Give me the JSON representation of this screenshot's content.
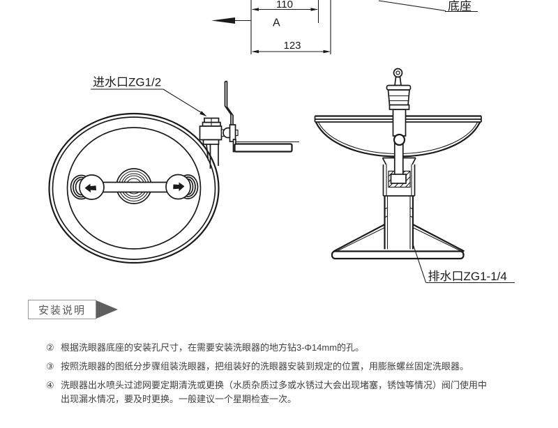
{
  "drawing": {
    "top_detail": {
      "dim_inner": "110",
      "section_label": "A",
      "dim_outer": "123",
      "base_label": "底座"
    },
    "top_view": {
      "inlet_label": "进水口ZG1/2"
    },
    "side_view": {
      "drain_label": "排水口ZG1-1/4"
    }
  },
  "instructions": {
    "header": "安装说明",
    "items": [
      {
        "num": "②",
        "text": "根据洗眼器底座的安装孔尺寸，在需要安装洗眼器的地方钻3-Φ14mm的孔。"
      },
      {
        "num": "③",
        "text": "按照洗眼器的图纸分步骤组装洗眼器，把组装好的洗眼器安装到规定的位置，用膨胀螺丝固定洗眼器。"
      },
      {
        "num": "④",
        "text": "洗眼器出水喷头过滤网要定期清洗或更换（水质杂质过多或水锈过大会出现堵塞，锈蚀等情况）阀门使用中出现漏水情况，要及时更换。一般建议一个星期检查一次。"
      }
    ]
  }
}
